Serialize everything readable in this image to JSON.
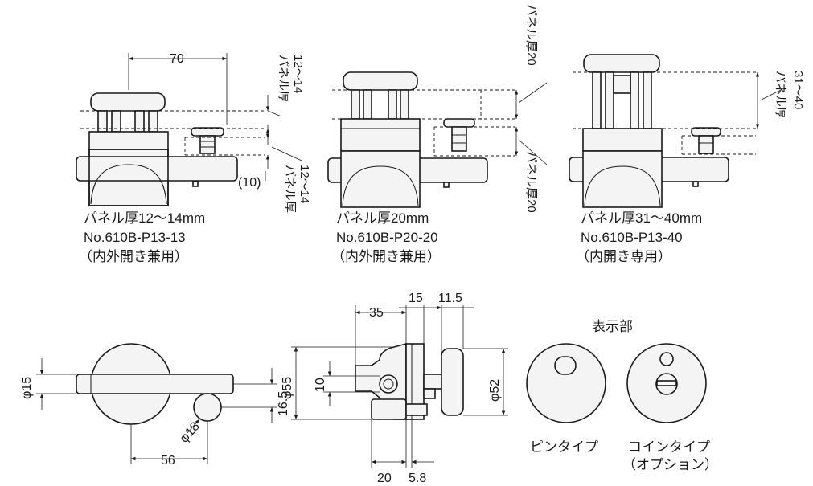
{
  "top_views": [
    {
      "caption_panel": "パネル厚12〜14mm",
      "caption_model": "No.610B-P13-13",
      "caption_use": "（内外開き兼用）"
    },
    {
      "caption_panel": "パネル厚20mm",
      "caption_model": "No.610B-P20-20",
      "caption_use": "（内外開き兼用）"
    },
    {
      "caption_panel": "パネル厚31〜40mm",
      "caption_model": "No.610B-P13-40",
      "caption_use": "（内開き専用）"
    }
  ],
  "dims_top": {
    "w70": "70",
    "thick_a1": "パネル厚",
    "thick_a2": "12〜14",
    "thick_b1": "パネル厚",
    "thick_b2": "12〜14",
    "paren10": "(10)",
    "thick20_top": "パネル厚20",
    "thick20_bot": "パネル厚20",
    "thick40_1": "パネル厚",
    "thick40_2": "31〜40"
  },
  "dims_bottom": {
    "phi15": "φ15",
    "phi18": "φ18",
    "d56": "56",
    "d16_5": "16.5",
    "d35": "35",
    "d15": "15",
    "d11_5": "11.5",
    "phi55": "φ55",
    "d10": "10",
    "phi52": "φ52",
    "d20": "20",
    "d5_8": "5.8"
  },
  "indicator": {
    "title": "表示部",
    "pin_label": "ピンタイプ",
    "coin_label": "コインタイプ",
    "coin_option": "（オプション）"
  }
}
